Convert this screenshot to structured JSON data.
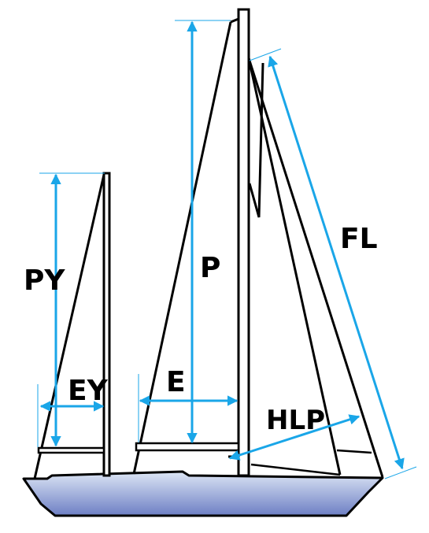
{
  "diagram": {
    "colors": {
      "dimension": "#1aa6e8",
      "rig": "#000000",
      "hull_light": "#dde6f5",
      "hull_dark": "#6d7fc4",
      "background": "#ffffff"
    },
    "labels": {
      "py": "PY",
      "ey": "EY",
      "p": "P",
      "e": "E",
      "fl": "FL",
      "hlp": "HLP"
    }
  }
}
